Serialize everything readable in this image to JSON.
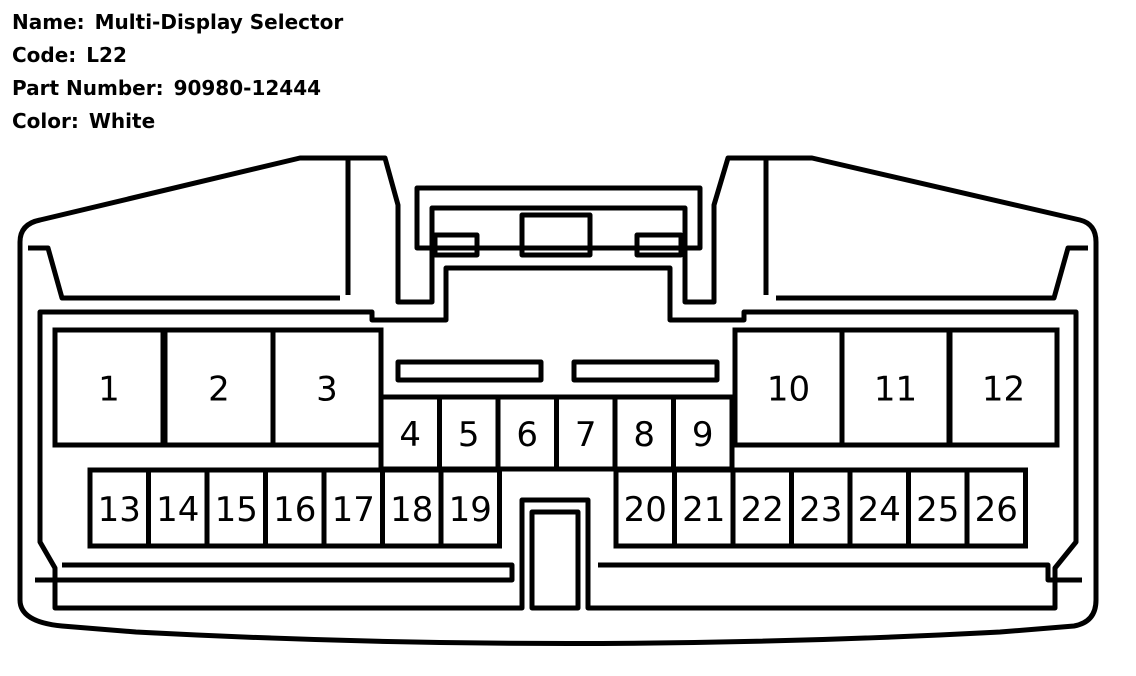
{
  "connector": {
    "name_label": "Name:",
    "name": "Multi-Display Selector",
    "code_label": "Code:",
    "code": "L22",
    "part_label": "Part Number:",
    "part_number": "90980-12444",
    "color_label": "Color:",
    "color": "White"
  },
  "pins": {
    "p1": "1",
    "p2": "2",
    "p3": "3",
    "p4": "4",
    "p5": "5",
    "p6": "6",
    "p7": "7",
    "p8": "8",
    "p9": "9",
    "p10": "10",
    "p11": "11",
    "p12": "12",
    "p13": "13",
    "p14": "14",
    "p15": "15",
    "p16": "16",
    "p17": "17",
    "p18": "18",
    "p19": "19",
    "p20": "20",
    "p21": "21",
    "p22": "22",
    "p23": "23",
    "p24": "24",
    "p25": "25",
    "p26": "26"
  }
}
